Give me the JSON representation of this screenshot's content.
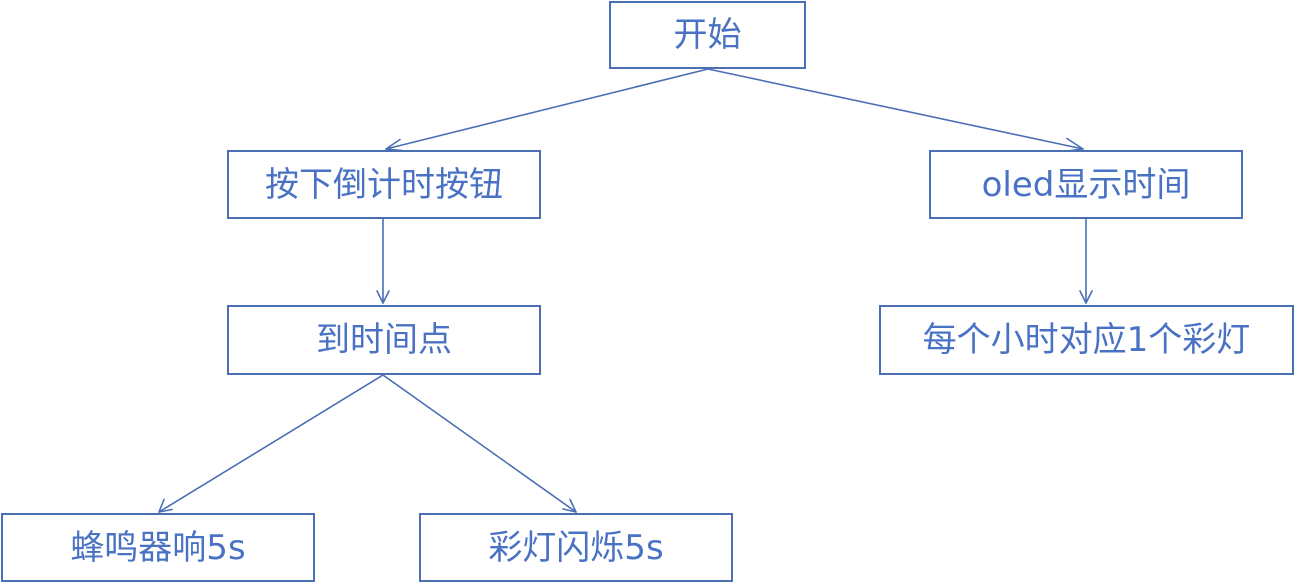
{
  "colors": {
    "border": "#4a6fb5",
    "text": "#4a72c4",
    "arrow": "#4a6fb5"
  },
  "nodes": {
    "start": "开始",
    "countdown_button": "按下倒计时按钮",
    "oled_display": "oled显示时间",
    "time_reached": "到时间点",
    "hourly_light": "每个小时对应1个彩灯",
    "buzzer": "蜂鸣器响5s",
    "light_flash": "彩灯闪烁5s"
  },
  "edges": [
    {
      "from": "start",
      "to": "countdown_button"
    },
    {
      "from": "start",
      "to": "oled_display"
    },
    {
      "from": "countdown_button",
      "to": "time_reached"
    },
    {
      "from": "oled_display",
      "to": "hourly_light"
    },
    {
      "from": "time_reached",
      "to": "buzzer"
    },
    {
      "from": "time_reached",
      "to": "light_flash"
    }
  ]
}
